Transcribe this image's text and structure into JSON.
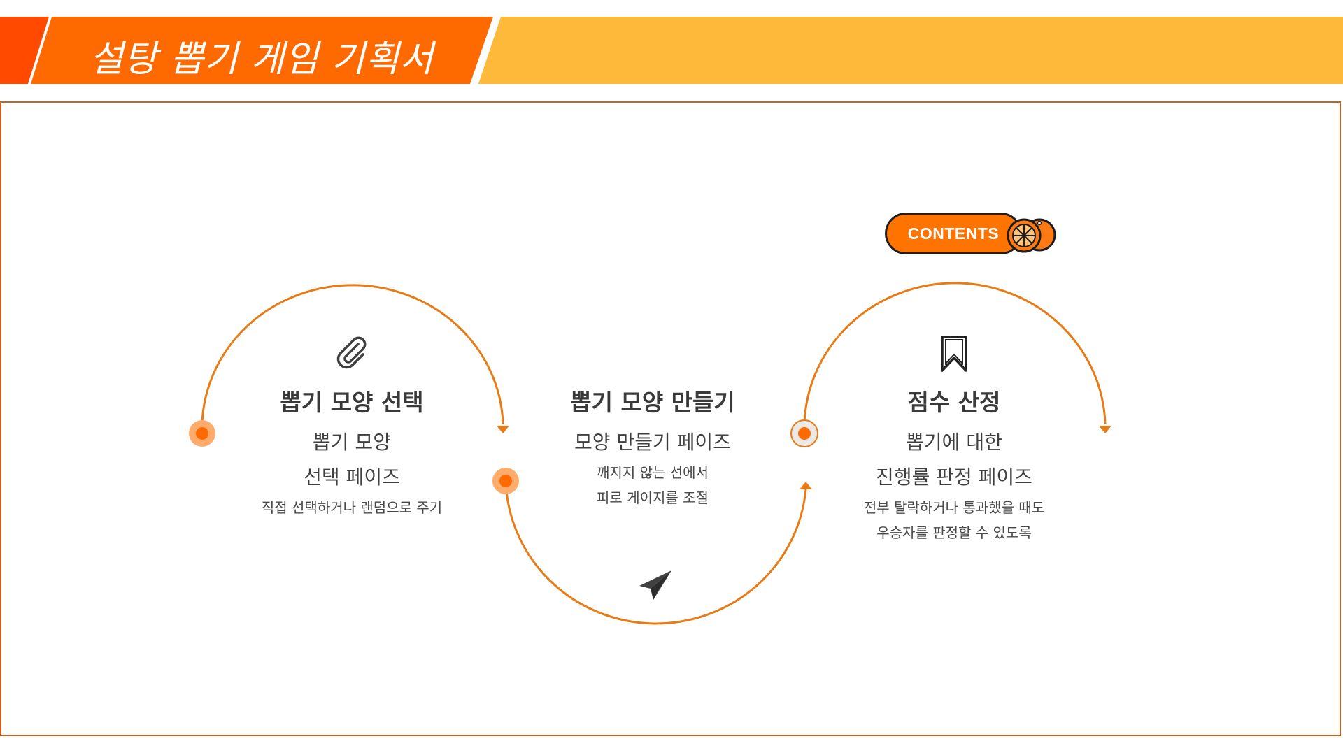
{
  "header": {
    "title": "설탕 뽑기 게임 기획서",
    "accent_color": "#ff6a00",
    "bar_color": "#ffb93a"
  },
  "badge": {
    "label": "CONTENTS",
    "decoration_icon": "orange-fruit-icon"
  },
  "steps": [
    {
      "icon": "paperclip-icon",
      "title": "뽑기 모양 선택",
      "sub_lines": [
        "뽑기 모양",
        "선택 페이즈"
      ],
      "desc_lines": [
        "직접 선택하거나 랜덤으로 주기"
      ]
    },
    {
      "icon": "paper-plane-icon",
      "title": "뽑기 모양 만들기",
      "sub_lines": [
        "모양 만들기 페이즈"
      ],
      "desc_lines": [
        "깨지지 않는 선에서",
        "피로 게이지를 조절"
      ]
    },
    {
      "icon": "bookmark-icon",
      "title": "점수 산정",
      "sub_lines": [
        "뽑기에 대한",
        "진행률 판정 페이즈"
      ],
      "desc_lines": [
        "전부 탈락하거나 통과했을 때도",
        "우승자를 판정할 수 있도록"
      ]
    }
  ],
  "colors": {
    "line": "#e87b14",
    "dot": "#ff6a00",
    "dot_halo": "#ffab6b",
    "frame": "#c8631f"
  }
}
